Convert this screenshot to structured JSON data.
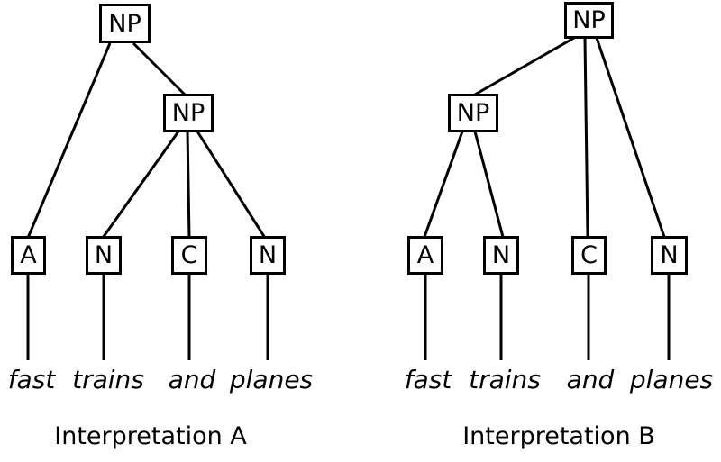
{
  "diagram": {
    "background_color": "#ffffff",
    "line_color": "#000000",
    "text_color": "#000000",
    "trees": [
      {
        "caption": "Interpretation A",
        "root_label": "NP",
        "inner_np_label": "NP",
        "leaves": [
          "A",
          "N",
          "C",
          "N"
        ],
        "words": [
          "fast",
          "trains",
          "and",
          "planes"
        ]
      },
      {
        "caption": "Interpretation B",
        "root_label": "NP",
        "inner_np_label": "NP",
        "leaves": [
          "A",
          "N",
          "C",
          "N"
        ],
        "words": [
          "fast",
          "trains",
          "and",
          "planes"
        ]
      }
    ]
  }
}
